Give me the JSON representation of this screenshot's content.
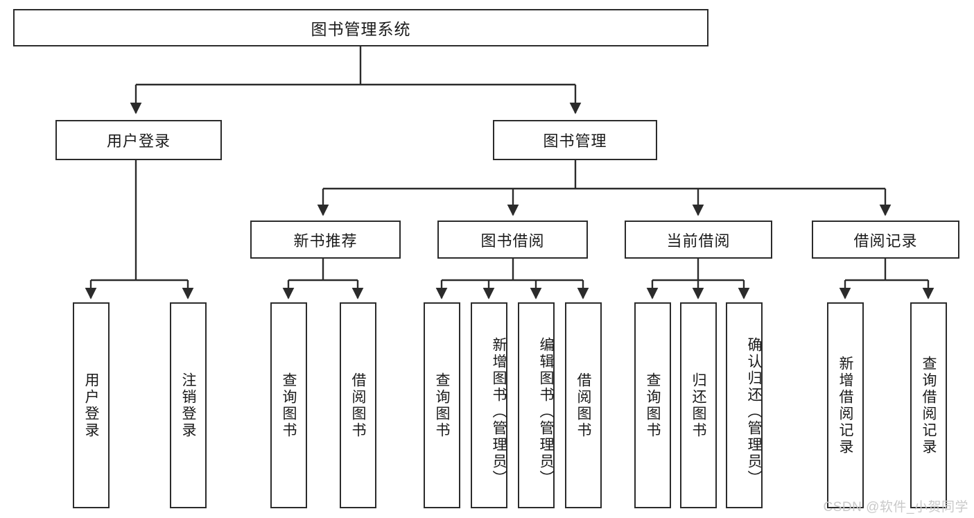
{
  "diagram": {
    "title": "图书管理系统",
    "type": "tree-hierarchy",
    "root": {
      "label": "图书管理系统"
    },
    "level2": [
      {
        "label": "用户登录"
      },
      {
        "label": "图书管理"
      }
    ],
    "level3": [
      {
        "label": "新书推荐"
      },
      {
        "label": "图书借阅"
      },
      {
        "label": "当前借阅"
      },
      {
        "label": "借阅记录"
      }
    ],
    "leaves": {
      "user_login": [
        {
          "label": "用户登录"
        },
        {
          "label": "注销登录"
        }
      ],
      "new_book_recommend": [
        {
          "label": "查询图书"
        },
        {
          "label": "借阅图书"
        }
      ],
      "book_borrow": [
        {
          "label": "查询图书"
        },
        {
          "label": "新增图书（管理员）"
        },
        {
          "label": "编辑图书（管理员）"
        },
        {
          "label": "借阅图书"
        }
      ],
      "current_borrow": [
        {
          "label": "查询图书"
        },
        {
          "label": "归还图书"
        },
        {
          "label": "确认归还（管理员）"
        }
      ],
      "borrow_record": [
        {
          "label": "新增借阅记录"
        },
        {
          "label": "查询借阅记录"
        }
      ]
    }
  },
  "watermark": {
    "text": "CSDN @软件_小贺同学"
  },
  "colors": {
    "border": "#2b2b2b",
    "background": "#ffffff",
    "text": "#1a1a1a",
    "watermark": "#c9c9c9"
  }
}
